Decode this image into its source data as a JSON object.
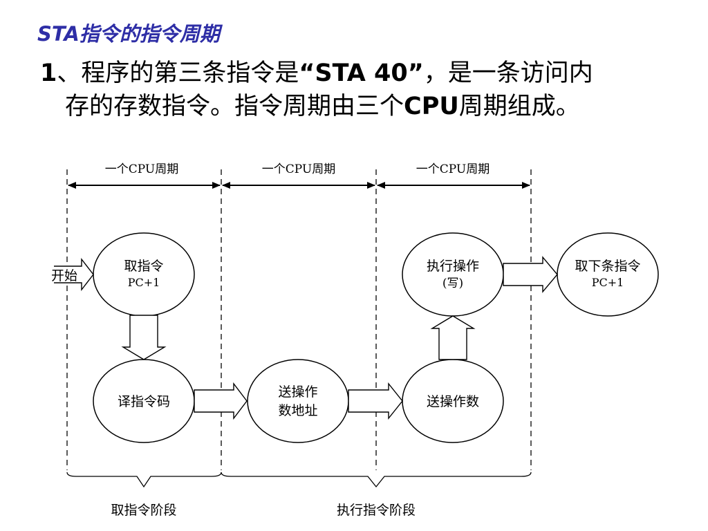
{
  "title": "STA指令的指令周期",
  "intro": {
    "number": "1",
    "line1_a": "、程序的第三条指令是",
    "quote_open": "“",
    "instruction": "STA 40",
    "quote_close": "”",
    "line1_b": "，是一条访问内",
    "line2_a": "存的存数指令。指令周期由三个",
    "cpu": "CPU",
    "line2_b": "周期组成。"
  },
  "diagram": {
    "cycle_labels": [
      "一个CPU周期",
      "一个CPU周期",
      "一个CPU周期"
    ],
    "start_label": "开始",
    "nodes": {
      "fetch": {
        "line1": "取指令",
        "line2": "PC+1"
      },
      "decode": {
        "line1": "译指令码"
      },
      "send_address": {
        "line1": "送操作",
        "line2": "数地址"
      },
      "send_operand": {
        "line1": "送操作数"
      },
      "execute": {
        "line1": "执行操作",
        "line2": "(写)"
      },
      "next": {
        "line1": "取下条指令",
        "line2": "PC+1"
      }
    },
    "phase_labels": [
      "取指令阶段",
      "执行指令阶段"
    ]
  }
}
